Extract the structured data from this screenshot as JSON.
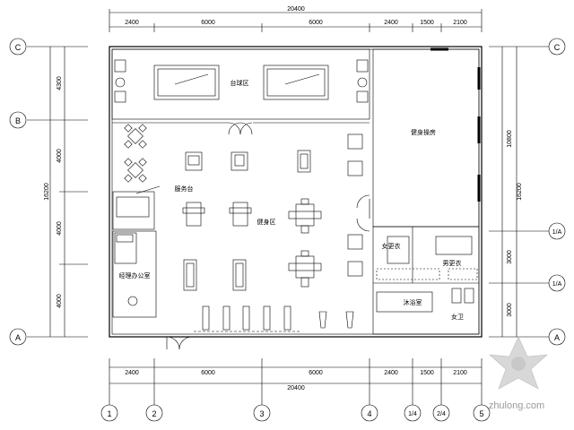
{
  "dimensions": {
    "top_segments": [
      "2400",
      "6000",
      "6000",
      "2400",
      "1500",
      "2100"
    ],
    "top_total": "20400",
    "bottom_segments": [
      "2400",
      "6000",
      "6000",
      "2400",
      "1500",
      "2100"
    ],
    "bottom_total": "20400",
    "left_segments": [
      "4300",
      "4000",
      "4000",
      "4000"
    ],
    "left_total": "16200",
    "right_segments": [
      "10800",
      "3000",
      "3000"
    ],
    "right_total": "16200"
  },
  "axes": {
    "bottom": [
      "1",
      "2",
      "3",
      "4",
      "1/4",
      "2/4",
      "5"
    ],
    "left": [
      "C",
      "B",
      "A"
    ],
    "right": [
      "C",
      "1/A",
      "1/A",
      "A"
    ]
  },
  "rooms": {
    "billiards": "台球区",
    "aerobics": "健身操房",
    "fitness": "健身区",
    "reception": "服务台",
    "office": "经理办公室",
    "female_locker": "女更衣",
    "male_locker": "男更衣",
    "shower": "沐浴室",
    "female_wc": "女卫"
  },
  "watermark": "zhulong.com"
}
